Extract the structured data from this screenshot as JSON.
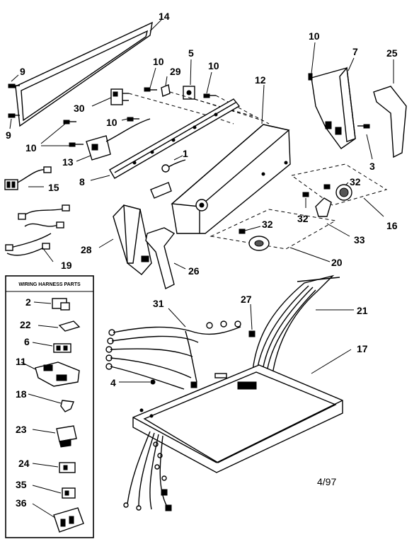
{
  "callouts": {
    "c14": "14",
    "c9a": "9",
    "c9b": "9",
    "c30": "30",
    "c10a": "10",
    "c29": "29",
    "c5": "5",
    "c10b": "10",
    "c10c": "10",
    "c10d": "10",
    "c13": "13",
    "c8": "8",
    "c1": "1",
    "c12": "12",
    "c15": "15",
    "c19": "19",
    "c28": "28",
    "c26": "26",
    "c10e": "10",
    "c7": "7",
    "c25": "25",
    "c3": "3",
    "c32a": "32",
    "c16": "16",
    "c32b": "32",
    "c32c": "32",
    "c33": "33",
    "c20": "20",
    "c21": "21",
    "c27": "27",
    "c31": "31",
    "c17": "17",
    "c4": "4",
    "w2": "2",
    "w22": "22",
    "w6": "6",
    "w11": "11",
    "w18": "18",
    "w23": "23",
    "w24": "24",
    "w35": "35",
    "w36": "36"
  },
  "wiring_box": {
    "title": "WIRING HARNESS PARTS"
  },
  "footer": {
    "date_code": "4/97"
  }
}
